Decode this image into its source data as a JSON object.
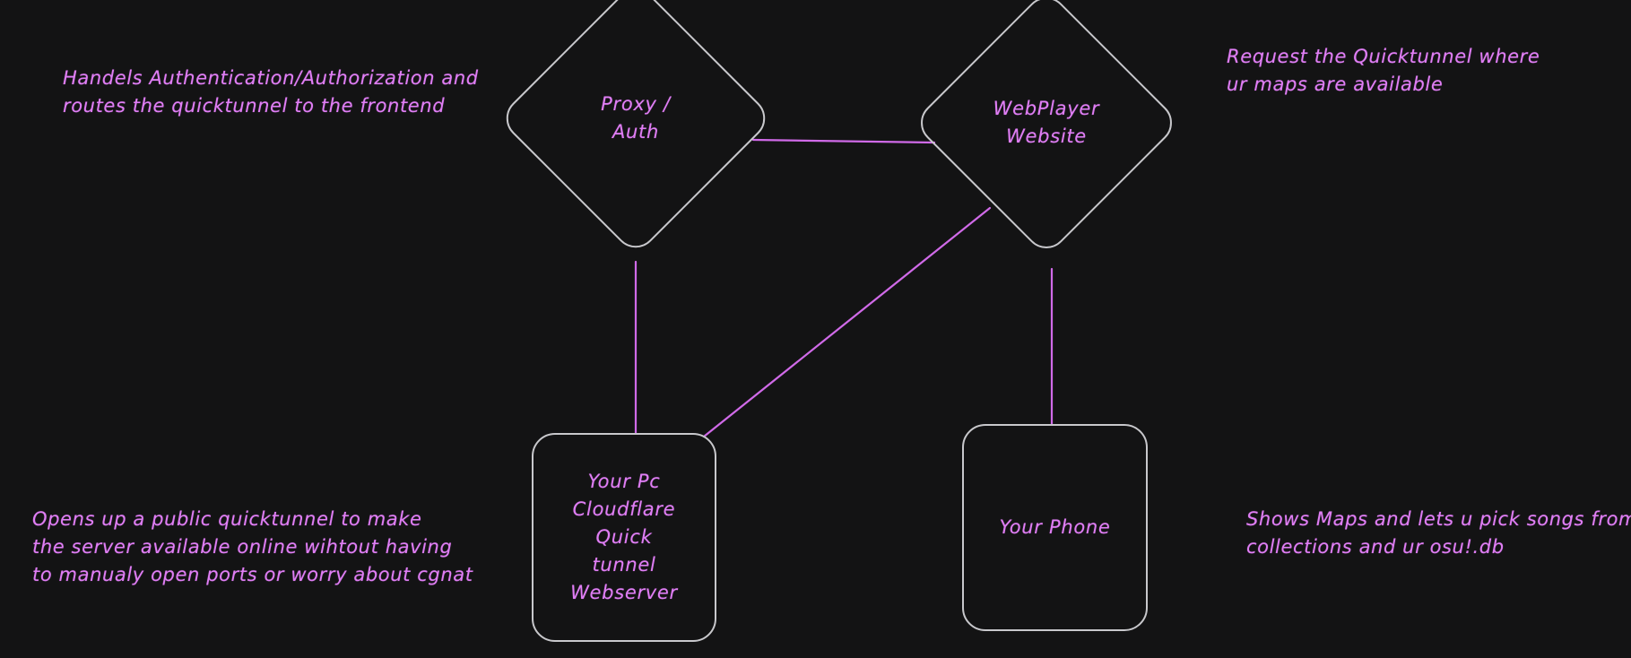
{
  "diagram": {
    "background_color": "#131314",
    "node_stroke_color": "#c8c8cc",
    "edge_color": "#d06ae8",
    "text_color": "#e07ef5",
    "nodes": [
      {
        "id": "proxy",
        "shape": "diamond",
        "label": "Proxy /\nAuth"
      },
      {
        "id": "web",
        "shape": "diamond",
        "label": "WebPlayer\nWebsite"
      },
      {
        "id": "pc",
        "shape": "rounded-rect",
        "label": "Your Pc\nCloudflare Quick\ntunnel\nWebserver"
      },
      {
        "id": "phone",
        "shape": "rounded-rect",
        "label": "Your Phone"
      }
    ],
    "edges": [
      {
        "from": "proxy",
        "to": "web",
        "style": "solid"
      },
      {
        "from": "proxy",
        "to": "pc",
        "style": "solid"
      },
      {
        "from": "web",
        "to": "pc",
        "style": "solid"
      },
      {
        "from": "web",
        "to": "phone",
        "style": "solid"
      }
    ],
    "annotations": {
      "proxy_note": "Handels Authentication/Authorization and\nroutes the quicktunnel to the frontend",
      "web_note": "Request the Quicktunnel where\nur maps are available",
      "pc_note": "Opens up a public quicktunnel to make\nthe server available online wihtout having\nto manualy open ports or worry about cgnat",
      "phone_note": "Shows Maps and lets u pick songs from\ncollections and ur osu!.db"
    }
  }
}
